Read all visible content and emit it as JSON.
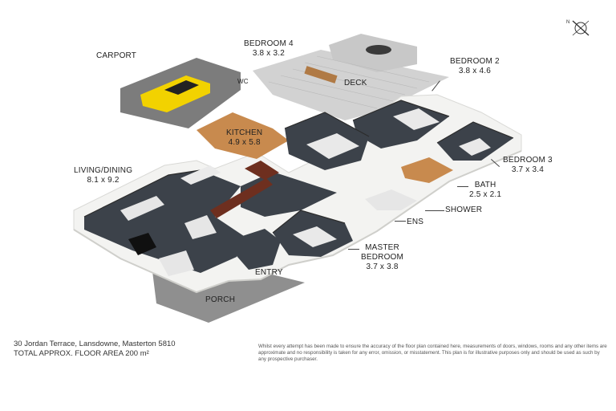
{
  "rooms": [
    {
      "name": "CARPORT",
      "dims": ""
    },
    {
      "name": "BEDROOM 4",
      "dims": "3.8 x 3.2"
    },
    {
      "name": "DECK",
      "dims": ""
    },
    {
      "name": "BEDROOM 2",
      "dims": "3.8 x 4.6"
    },
    {
      "name": "KITCHEN",
      "dims": "4.9 x 5.8"
    },
    {
      "name": "LIVING/DINING",
      "dims": "8.1 x 9.2"
    },
    {
      "name": "BEDROOM 3",
      "dims": "3.7 x 3.4"
    },
    {
      "name": "BATH",
      "dims": "2.5 x 2.1"
    },
    {
      "name": "SHOWER",
      "dims": ""
    },
    {
      "name": "ENS",
      "dims": ""
    },
    {
      "name": "MASTER",
      "dims": ""
    },
    {
      "name": "BEDROOM",
      "dims": "3.7 x 3.8"
    },
    {
      "name": "ENTRY",
      "dims": ""
    },
    {
      "name": "PORCH",
      "dims": ""
    }
  ],
  "small_labels": {
    "wc": "WC"
  },
  "compass": {
    "north": "N"
  },
  "footer": {
    "address": "30 Jordan Terrace, Lansdowne, Masterton 5810",
    "area": "TOTAL APPROX. FLOOR AREA 200 m²",
    "disclaimer": "Whilst every attempt has been made to ensure the accuracy of the floor plan contained here, measurements of doors, windows, rooms and any other items are approximate and no responsibility is taken for any error, omission, or misstatement. This plan is for illustrative purposes only and should be used as such by any prospective purchaser."
  },
  "colors": {
    "floor_dark": "#3b4149",
    "wall": "#f4f4f2",
    "deck": "#cfcfcf",
    "kitchen_floor": "#c98a4e",
    "porch": "#8a8a8a",
    "car": "#f2d200"
  }
}
